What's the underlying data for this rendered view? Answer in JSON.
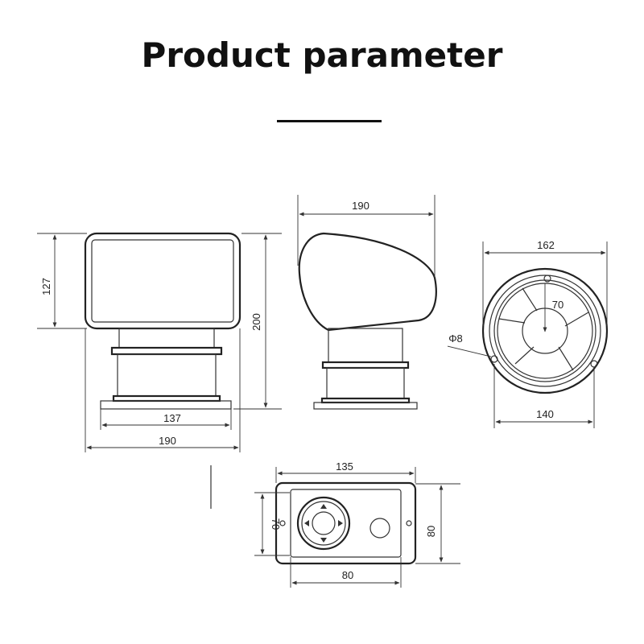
{
  "title": "Product parameter",
  "dimensions": {
    "front_height_lamp": "127",
    "front_height_total": "200",
    "front_base_width": "137",
    "front_total_width": "190",
    "side_width": "190",
    "top_outer_diameter": "162",
    "top_radius": "70",
    "top_hole": "Φ8",
    "top_bolt_circle": "140",
    "panel_width": "135",
    "panel_height_inner": "70",
    "panel_height_outer": "80",
    "panel_width_inner": "80"
  },
  "colors": {
    "line": "#333333",
    "background": "#ffffff"
  }
}
